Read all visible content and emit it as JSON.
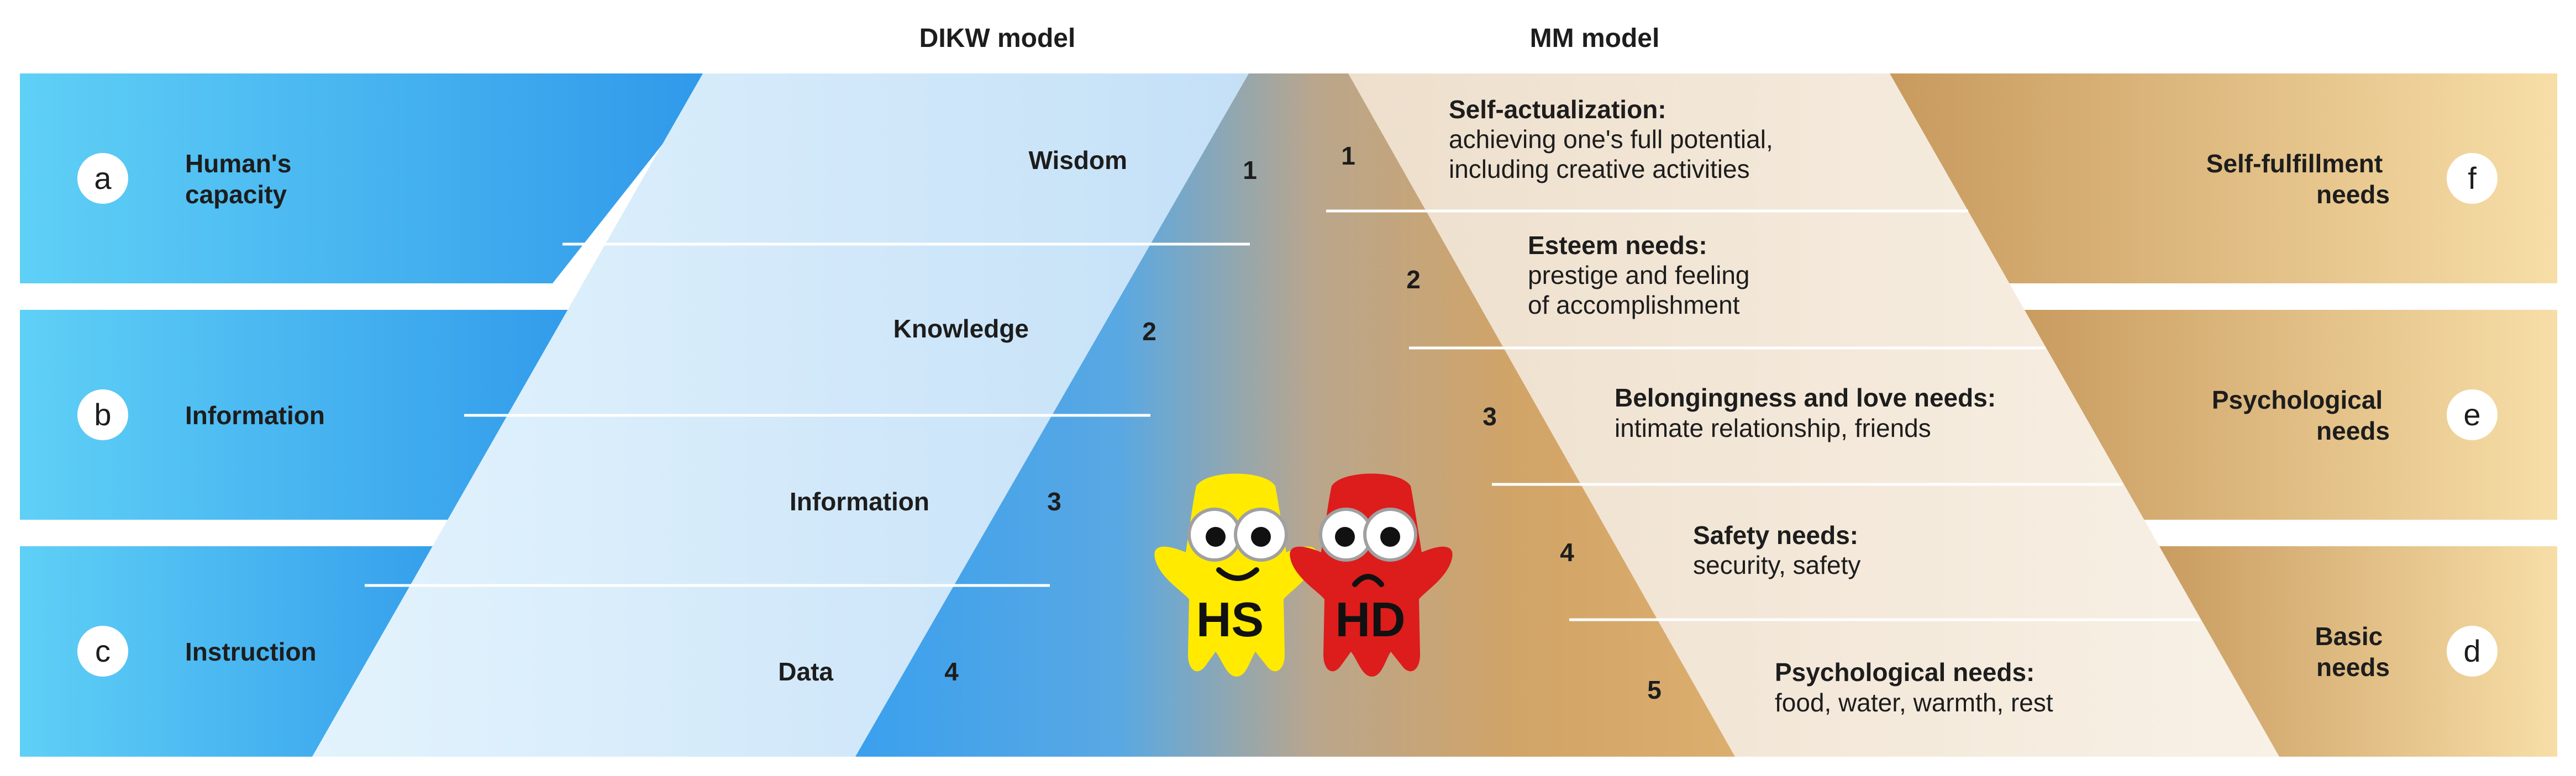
{
  "headers": {
    "dikw": "DIKW model",
    "mm": "MM model"
  },
  "left_bands": [
    {
      "letter": "a",
      "label_lines": [
        "Human's",
        "capacity"
      ]
    },
    {
      "letter": "b",
      "label_lines": [
        "Information"
      ]
    },
    {
      "letter": "c",
      "label_lines": [
        "Instruction"
      ]
    }
  ],
  "right_bands": [
    {
      "letter": "f",
      "label_lines": [
        "Self-fulfillment",
        "needs"
      ]
    },
    {
      "letter": "e",
      "label_lines": [
        "Psychological",
        "needs"
      ]
    },
    {
      "letter": "d",
      "label_lines": [
        "Basic",
        "needs"
      ]
    }
  ],
  "dikw_levels": [
    {
      "number": "1",
      "name": "Wisdom"
    },
    {
      "number": "2",
      "name": "Knowledge"
    },
    {
      "number": "3",
      "name": "Information"
    },
    {
      "number": "4",
      "name": "Data"
    }
  ],
  "mm_levels": [
    {
      "number": "1",
      "title": "Self-actualization:",
      "desc_lines": [
        "achieving one's full potential,",
        "including creative activities"
      ]
    },
    {
      "number": "2",
      "title": "Esteem needs:",
      "desc_lines": [
        "prestige and feeling",
        "of accomplishment"
      ]
    },
    {
      "number": "3",
      "title": "Belongingness and love needs:",
      "desc_lines": [
        "intimate relationship, friends"
      ]
    },
    {
      "number": "4",
      "title": "Safety needs:",
      "desc_lines": [
        "security, safety"
      ]
    },
    {
      "number": "5",
      "title": "Psychological needs:",
      "desc_lines": [
        "food, water, warmth, rest"
      ]
    }
  ],
  "characters": [
    {
      "label": "HS",
      "color": "#ffea00"
    },
    {
      "label": "HD",
      "color": "#dd1c1c"
    }
  ],
  "colors": {
    "blue": "#3ba6ee",
    "tan": "#dcae6e"
  }
}
